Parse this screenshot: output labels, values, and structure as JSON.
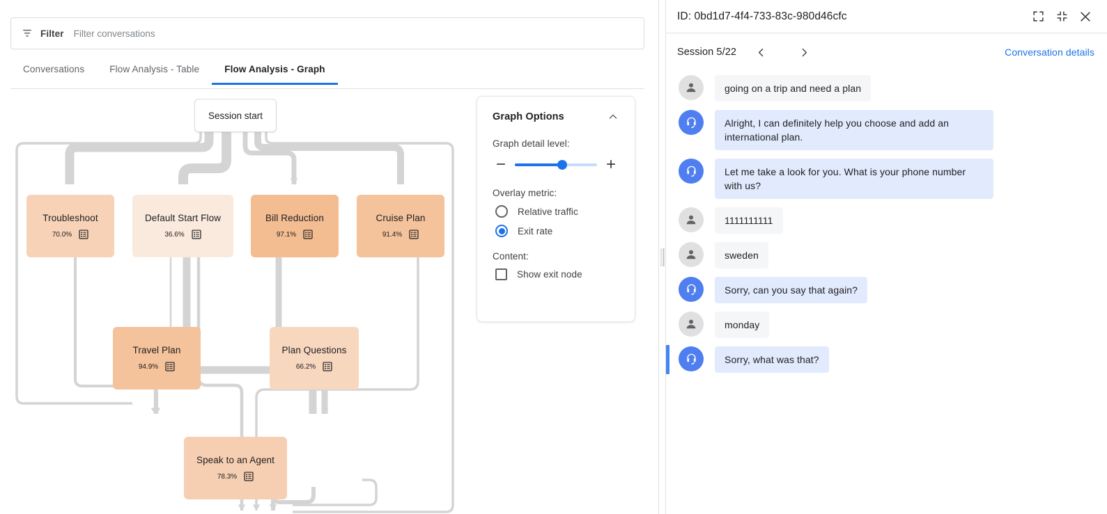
{
  "filter": {
    "icon": "filter-list-icon",
    "label": "Filter",
    "placeholder": "Filter conversations",
    "value": ""
  },
  "tabs": [
    {
      "label": "Conversations",
      "active": false
    },
    {
      "label": "Flow Analysis - Table",
      "active": false
    },
    {
      "label": "Flow Analysis - Graph",
      "active": true
    }
  ],
  "graph": {
    "start_node": {
      "label": "Session start"
    },
    "nodes": [
      {
        "id": "troubleshoot",
        "label": "Troubleshoot",
        "pct": "70.0%",
        "color": "#f7d2b6"
      },
      {
        "id": "default-start-flow",
        "label": "Default Start Flow",
        "pct": "36.6%",
        "color": "#faeade"
      },
      {
        "id": "bill-reduction",
        "label": "Bill Reduction",
        "pct": "97.1%",
        "color": "#f3bc91"
      },
      {
        "id": "cruise-plan",
        "label": "Cruise Plan",
        "pct": "91.4%",
        "color": "#f4c29b"
      },
      {
        "id": "travel-plan",
        "label": "Travel Plan",
        "pct": "94.9%",
        "color": "#f4c29b"
      },
      {
        "id": "plan-questions",
        "label": "Plan Questions",
        "pct": "66.2%",
        "color": "#f8d7bf"
      },
      {
        "id": "speak-to-an-agent",
        "label": "Speak to an Agent",
        "pct": "78.3%",
        "color": "#f6cfb2"
      }
    ],
    "edge_color": "#d4d4d4"
  },
  "graph_options": {
    "title": "Graph Options",
    "collapse_icon": "chevron-up-icon",
    "detail_level_label": "Graph detail level:",
    "detail_level_value": 58,
    "minus_icon": "minus-icon",
    "plus_icon": "plus-icon",
    "overlay_metric_label": "Overlay metric:",
    "overlay_options": [
      {
        "label": "Relative traffic",
        "selected": false
      },
      {
        "label": "Exit rate",
        "selected": true
      }
    ],
    "content_label": "Content:",
    "content_options": [
      {
        "label": "Show exit node",
        "checked": false
      }
    ]
  },
  "right_panel": {
    "id_text": "ID: 0bd1d7-4f4-733-83c-980d46cfc",
    "header_icons": [
      {
        "name": "expand-fullscreen-icon"
      },
      {
        "name": "collapse-fullscreen-icon"
      },
      {
        "name": "close-icon"
      }
    ],
    "session_counter": "Session 5/22",
    "prev_icon": "chevron-left-icon",
    "next_icon": "chevron-right-icon",
    "details_link": "Conversation details",
    "accent_color": "#1a73e8",
    "messages": [
      {
        "role": "user",
        "text": "going on a trip and need a plan",
        "highlight": false
      },
      {
        "role": "agent",
        "text": "Alright, I can definitely help you choose and add an international plan.",
        "highlight": false
      },
      {
        "role": "agent",
        "text": "Let me take a look for you. What is your phone number with us?",
        "highlight": false
      },
      {
        "role": "user",
        "text": "1111111111",
        "highlight": false
      },
      {
        "role": "user",
        "text": "sweden",
        "highlight": false
      },
      {
        "role": "agent",
        "text": "Sorry, can you say that again?",
        "highlight": false
      },
      {
        "role": "user",
        "text": "monday",
        "highlight": false
      },
      {
        "role": "agent",
        "text": "Sorry, what was that?",
        "highlight": true
      }
    ]
  }
}
